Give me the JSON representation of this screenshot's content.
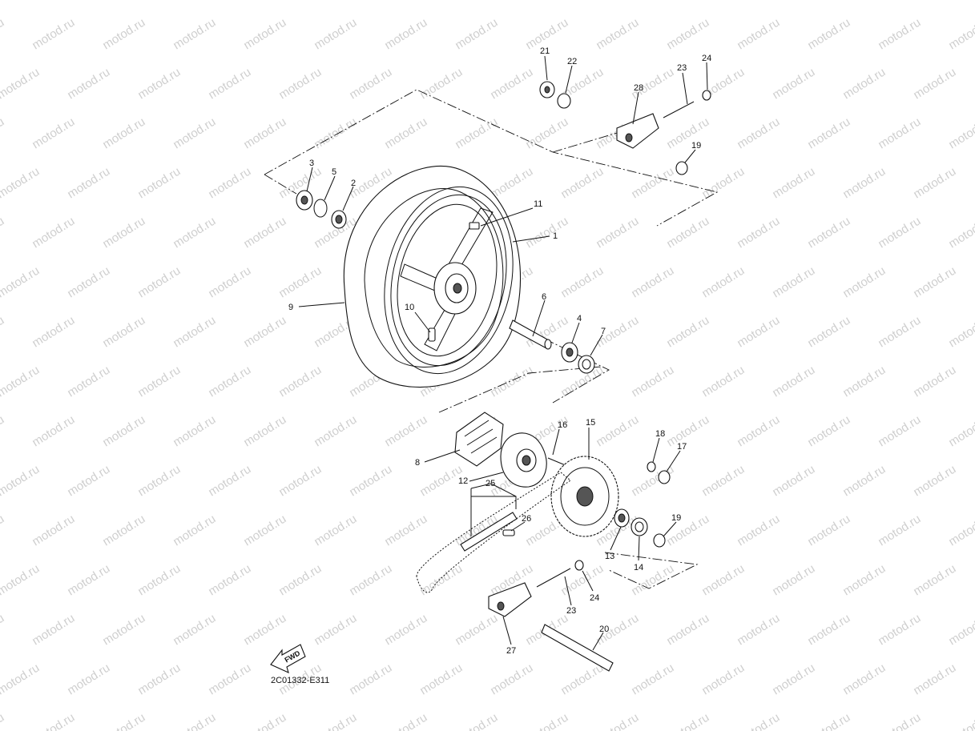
{
  "watermark": "motod.ru",
  "diagram_code": "2C01332-E311",
  "fwd_label": "FWD",
  "callouts": [
    {
      "id": "c1",
      "text": "1"
    },
    {
      "id": "c2",
      "text": "2"
    },
    {
      "id": "c3",
      "text": "3"
    },
    {
      "id": "c4",
      "text": "4"
    },
    {
      "id": "c5",
      "text": "5"
    },
    {
      "id": "c6",
      "text": "6"
    },
    {
      "id": "c7",
      "text": "7"
    },
    {
      "id": "c8",
      "text": "8"
    },
    {
      "id": "c9",
      "text": "9"
    },
    {
      "id": "c10",
      "text": "10"
    },
    {
      "id": "c11",
      "text": "11"
    },
    {
      "id": "c12",
      "text": "12"
    },
    {
      "id": "c13",
      "text": "13"
    },
    {
      "id": "c14",
      "text": "14"
    },
    {
      "id": "c15",
      "text": "15"
    },
    {
      "id": "c16",
      "text": "16"
    },
    {
      "id": "c17",
      "text": "17"
    },
    {
      "id": "c18",
      "text": "18"
    },
    {
      "id": "c19a",
      "text": "19"
    },
    {
      "id": "c19b",
      "text": "19"
    },
    {
      "id": "c20",
      "text": "20"
    },
    {
      "id": "c21",
      "text": "21"
    },
    {
      "id": "c22",
      "text": "22"
    },
    {
      "id": "c23a",
      "text": "23"
    },
    {
      "id": "c23b",
      "text": "23"
    },
    {
      "id": "c24a",
      "text": "24"
    },
    {
      "id": "c24b",
      "text": "24"
    },
    {
      "id": "c25",
      "text": "25"
    },
    {
      "id": "c26",
      "text": "26"
    },
    {
      "id": "c27",
      "text": "27"
    },
    {
      "id": "c28",
      "text": "28"
    }
  ]
}
